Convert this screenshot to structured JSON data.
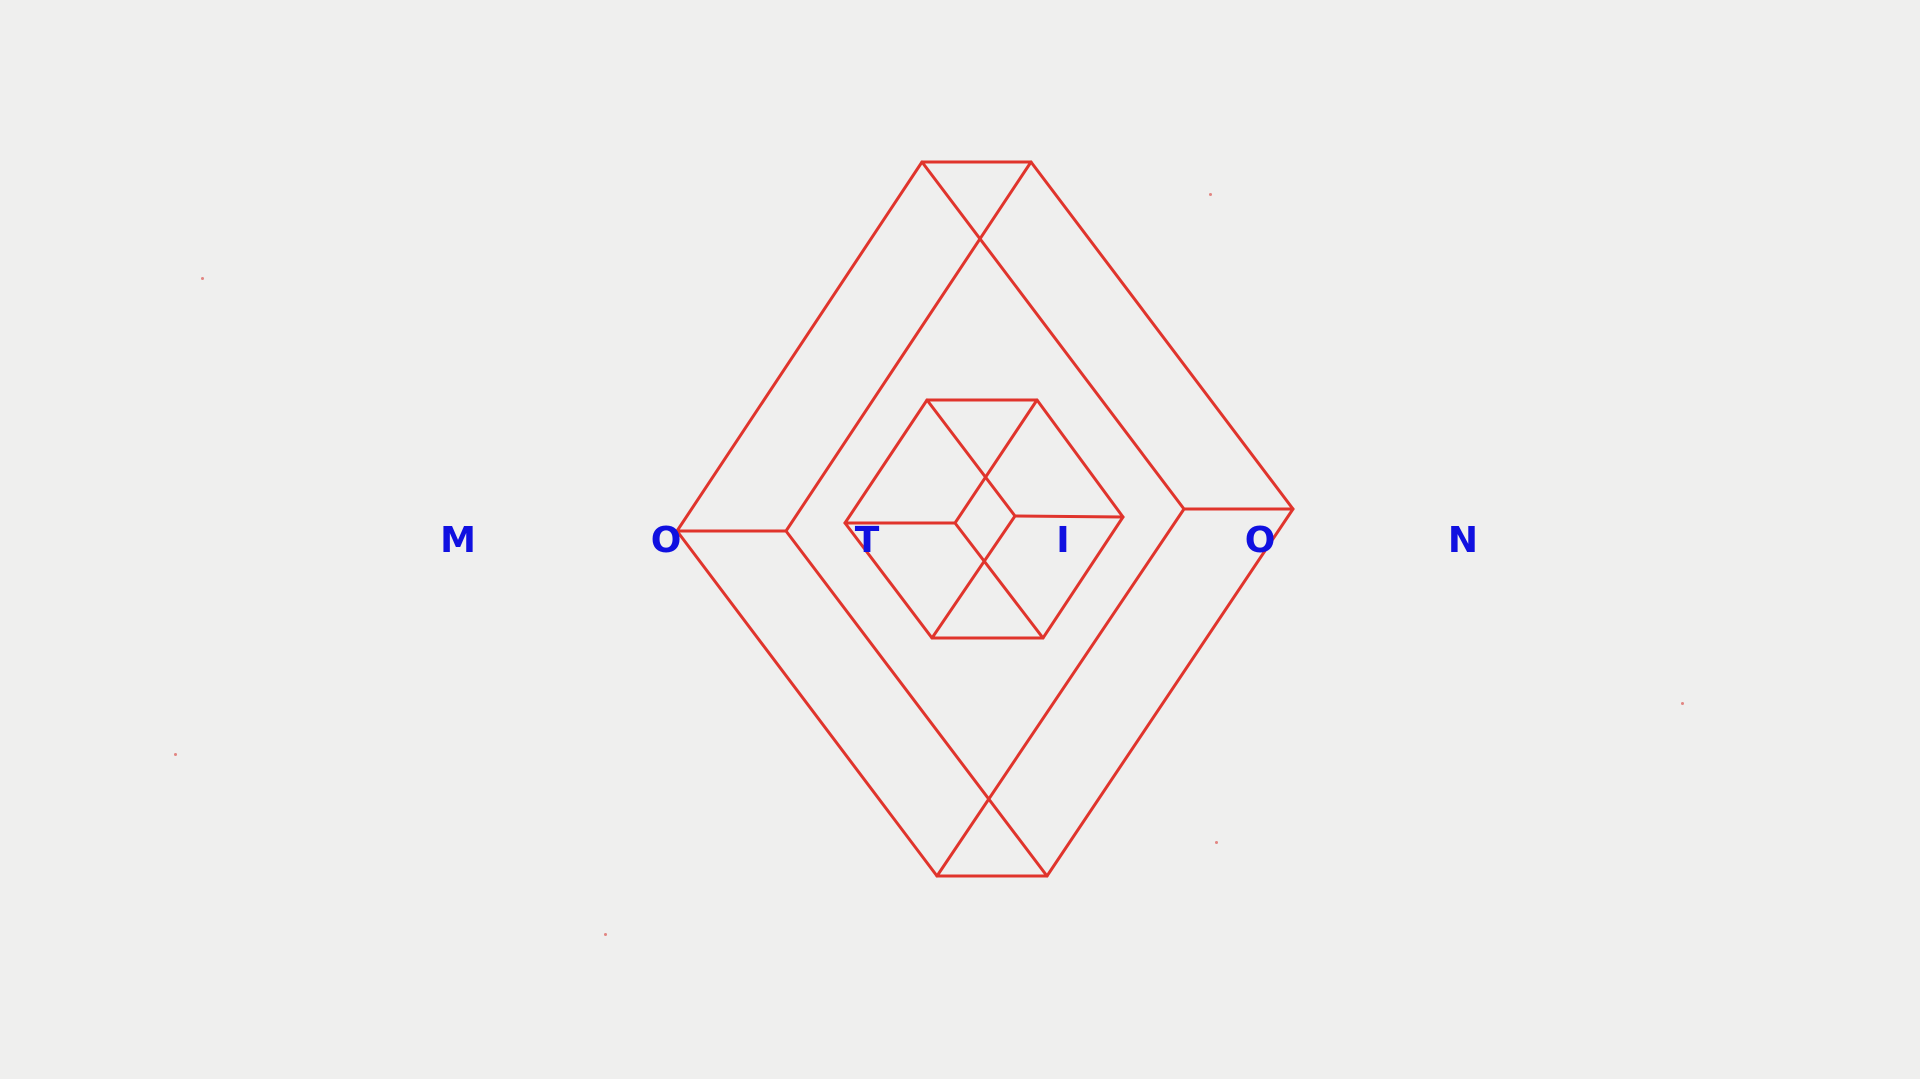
{
  "wordmark": {
    "letters": [
      "M",
      "O",
      "T",
      "I",
      "O",
      "N"
    ],
    "color": "#1010e0"
  },
  "logo": {
    "stroke_color": "#e0342c"
  },
  "background_color": "#efefee"
}
